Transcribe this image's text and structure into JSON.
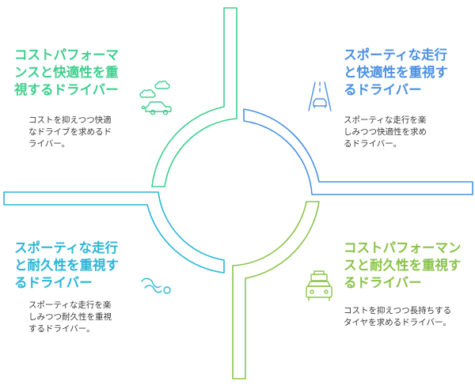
{
  "colors": {
    "green": "#3ECF8E",
    "blue": "#4A90E2",
    "cyan": "#29B6D6",
    "lime": "#8BC34A",
    "text": "#3a3a3a"
  },
  "quadrants": [
    {
      "id": "top-left",
      "title": "コストパフォーマ\nンスと快適性を重\n視するドライバー",
      "description": "コストを抑えつつ快適\nなドライブを求めるド\nライバー。",
      "color": "green",
      "icon": "car-with-clouds-icon"
    },
    {
      "id": "top-right",
      "title": "スポーティな走行\nと快適性を重視す\nるドライバー",
      "description": "スポーティな走行を楽\nしみつつ快適性を求め\nるドライバー。",
      "color": "blue",
      "icon": "car-on-road-icon"
    },
    {
      "id": "bottom-left",
      "title": "スポーティな走行\nと耐久性を重視す\nるドライバー",
      "description": "スポーティな走行を楽\nしみつつ耐久性を重視\nするドライバー。",
      "color": "cyan",
      "icon": "winding-road-icon"
    },
    {
      "id": "bottom-right",
      "title": "コストパフォーマン\nスと耐久性を重視す\nるドライバー",
      "description": "コストを抑えつつ長持ちする\nタイヤを求めるドライバー。",
      "color": "lime",
      "icon": "car-with-luggage-icon"
    }
  ]
}
